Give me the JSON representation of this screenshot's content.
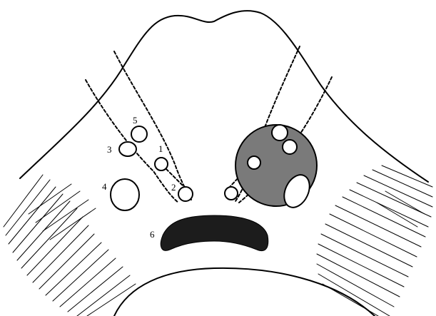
{
  "labels": {
    "l1": "1",
    "l2": "2",
    "l3": "3",
    "l4": "4",
    "l5": "5",
    "l6": "6"
  },
  "colors": {
    "disc_fill": "#7a7a7a",
    "slot_fill": "#1c1c1c",
    "line": "#000000"
  }
}
